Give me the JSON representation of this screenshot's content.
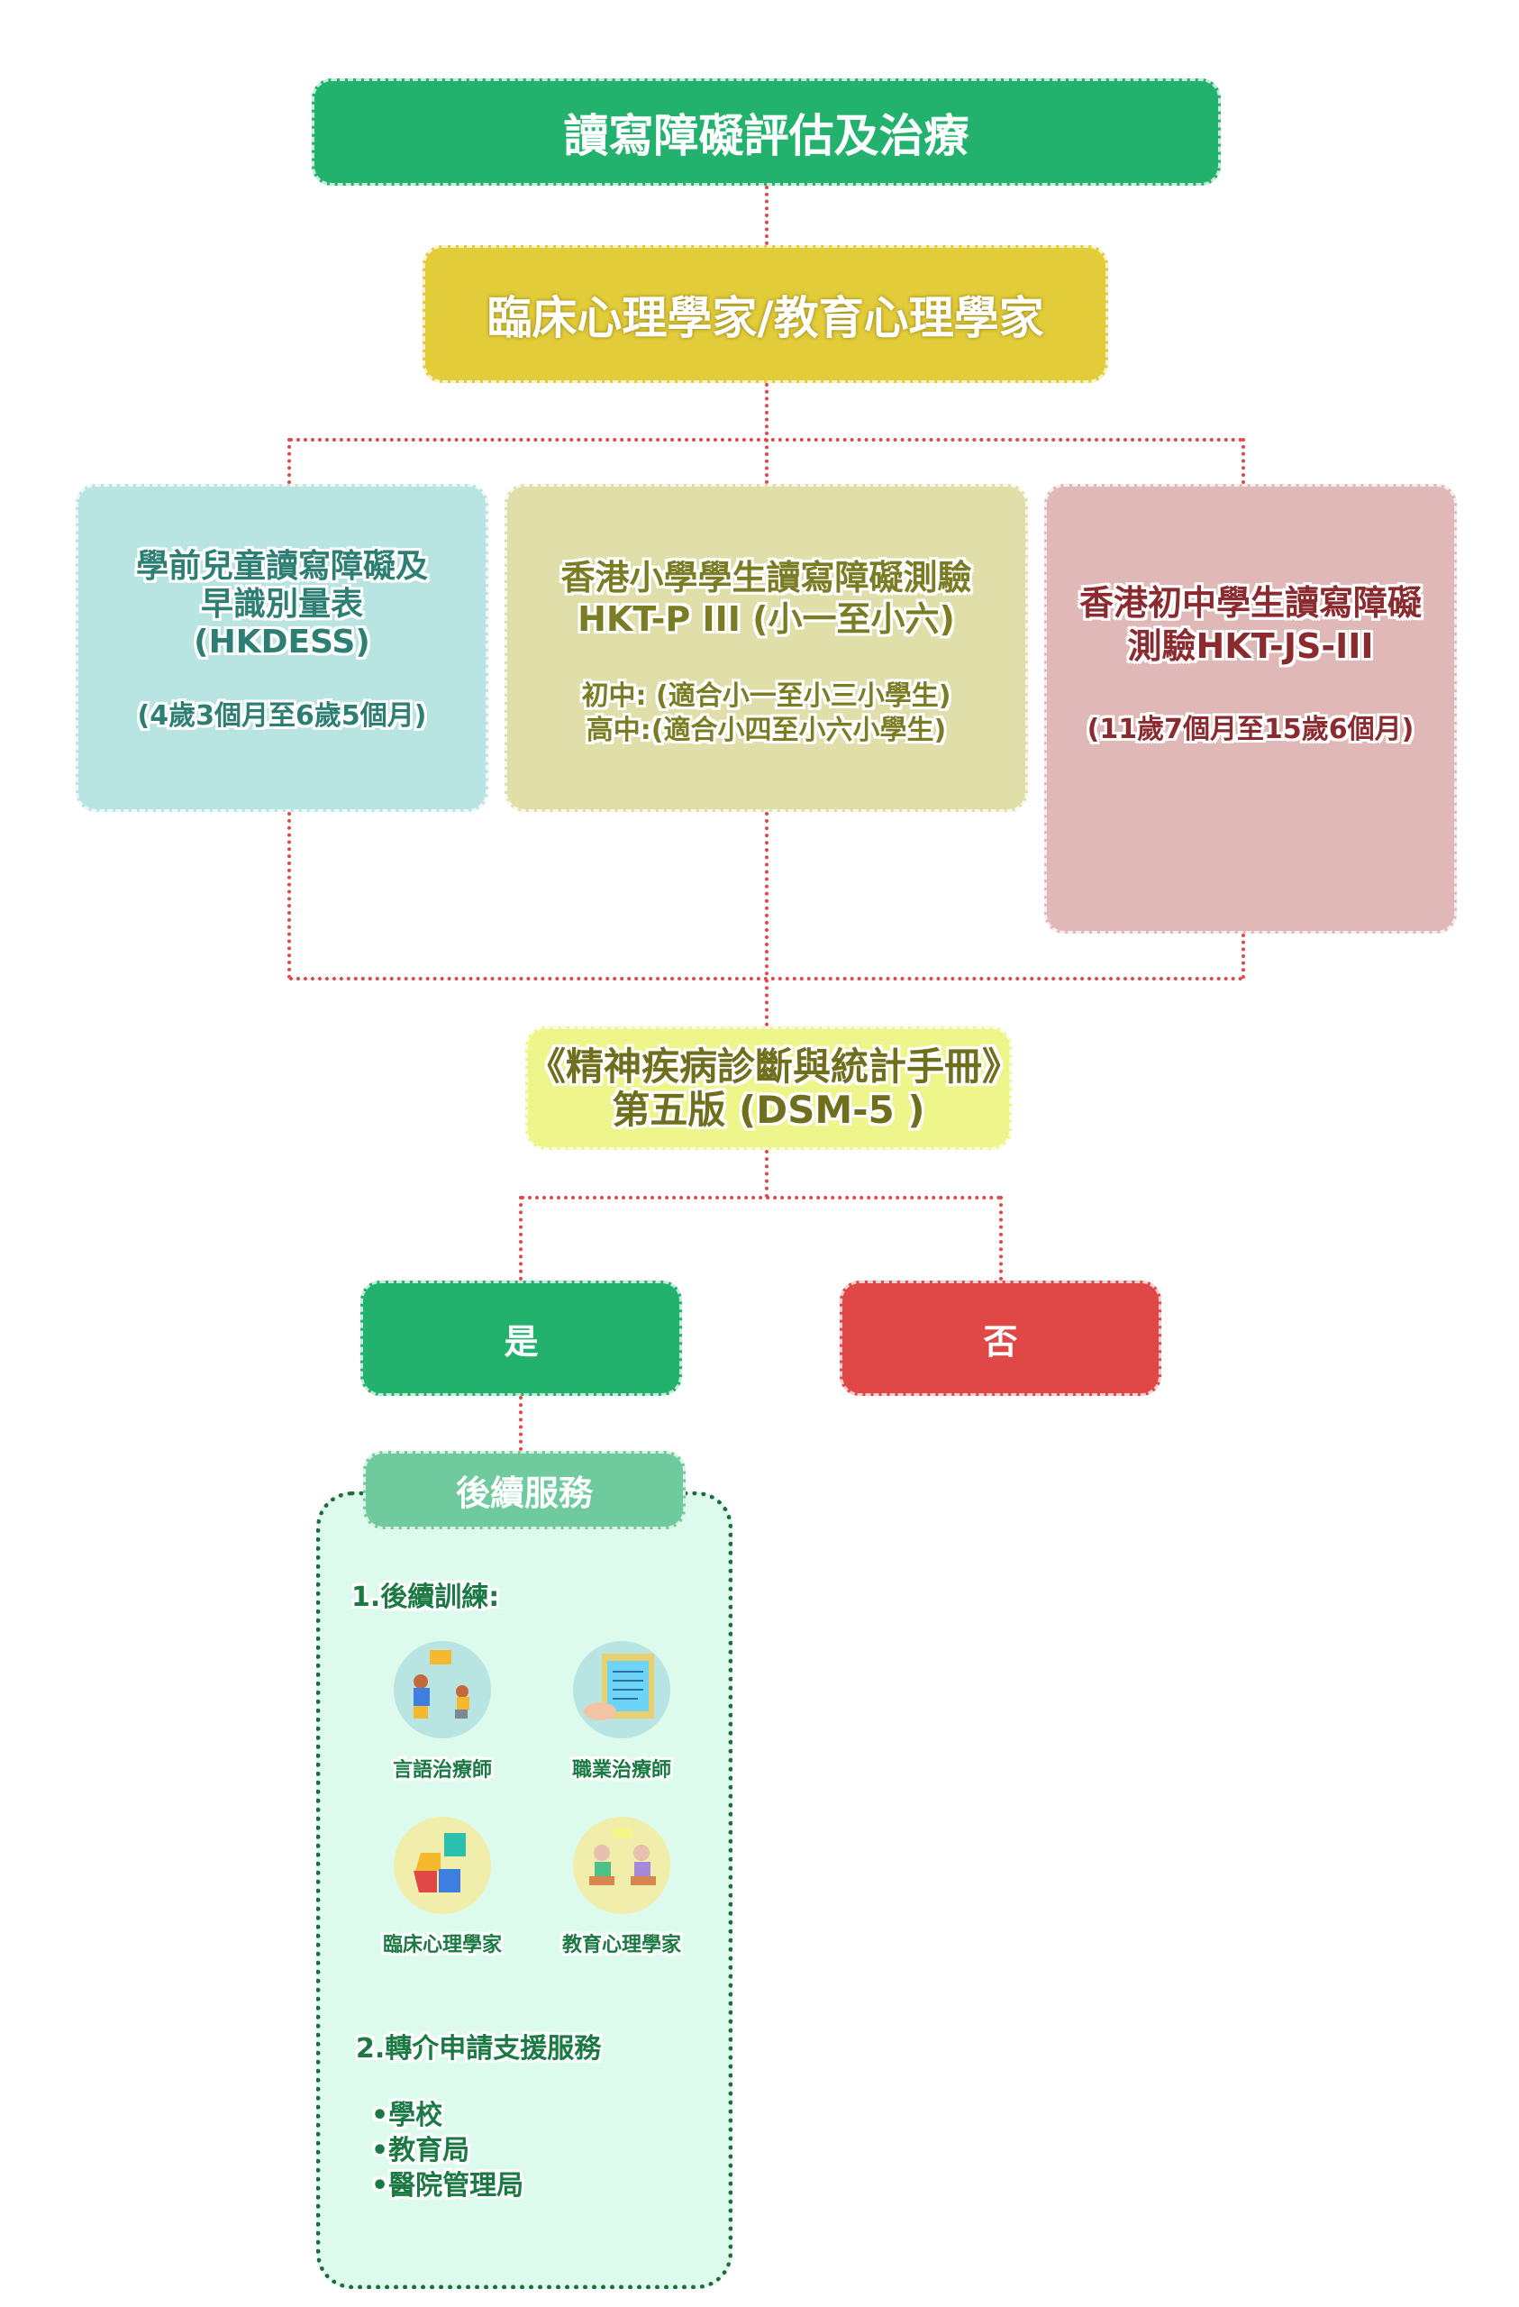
{
  "title": "讀寫障礙評估及治療",
  "assessor": "臨床心理學家/教育心理學家",
  "tests": [
    {
      "title_lines": [
        "學前兒童讀寫障礙及",
        "早識別量表",
        "(HKDESS)"
      ],
      "sub_lines": [
        "(4歲3個月至6歲5個月)"
      ]
    },
    {
      "title_lines": [
        "香港小學學生讀寫障礙測驗",
        "HKT-P III (小一至小六)"
      ],
      "sub_lines": [
        "初中: (適合小一至小三小學生)",
        "高中:(適合小四至小六小學生)"
      ]
    },
    {
      "title_lines": [
        "香港初中學生讀寫障礙",
        "測驗HKT-JS-III"
      ],
      "sub_lines": [
        "(11歲7個月至15歲6個月)"
      ]
    }
  ],
  "dsm": [
    "《精神疾病診斷與統計手冊》",
    "第五版 (DSM-5 )"
  ],
  "yes": "是",
  "no": "否",
  "followup": {
    "header": "後續服務",
    "section1": "1.後續訓練:",
    "professionals": [
      {
        "label": "言語治療師",
        "icon": "speech-therapy-icon"
      },
      {
        "label": "職業治療師",
        "icon": "clipboard-icon"
      },
      {
        "label": "臨床心理學家",
        "icon": "puzzle-head-icon"
      },
      {
        "label": "教育心理學家",
        "icon": "counseling-icon"
      }
    ],
    "section2": "2.轉介申請支援服務",
    "referrals": [
      "•學校",
      "•教育局",
      "•醫院管理局"
    ]
  },
  "colors": {
    "green": "#22b26e",
    "yellow": "#e3cc3a",
    "red": "#e04848",
    "teal": "#b8e5e1",
    "olive": "#e0dfaa",
    "pink": "#e0b8b8",
    "dsm": "#eef58a"
  }
}
